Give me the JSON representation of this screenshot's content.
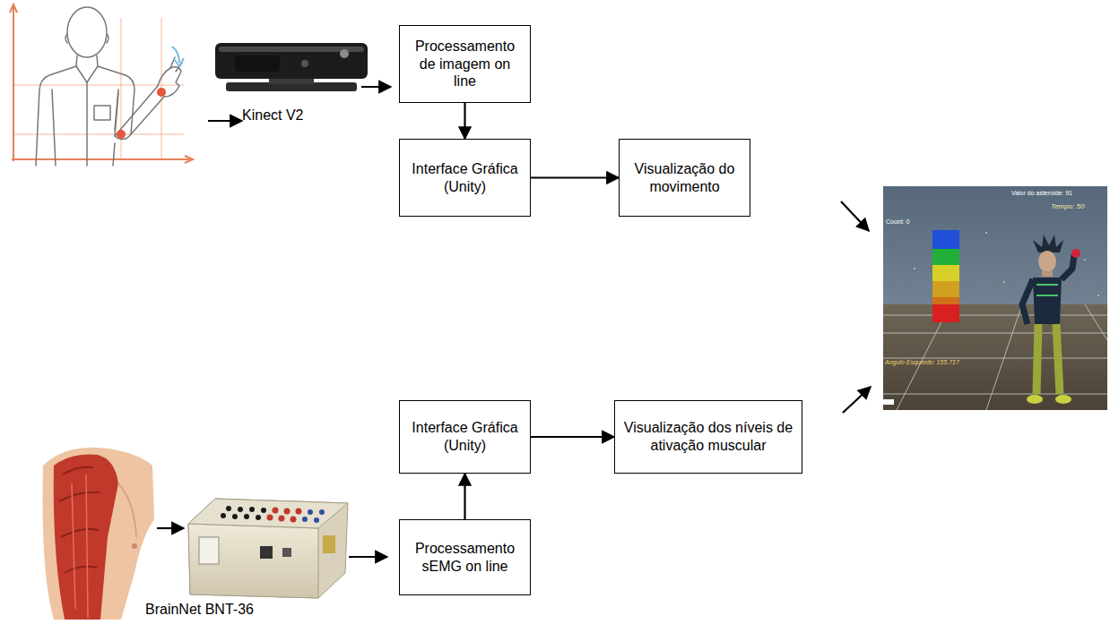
{
  "diagram": {
    "nodes": [
      {
        "text": [
          "Processamento de imagem on line"
        ]
      },
      {
        "text": [
          "Interface Gráfica (Unity)"
        ]
      },
      {
        "text": [
          "Visualização do movimento"
        ]
      },
      {
        "text": [
          "Interface Gráfica (Unity)"
        ]
      },
      {
        "text": [
          "Visualização dos níveis de ativação muscular"
        ]
      },
      {
        "text": [
          "Processamento sEMG on line"
        ]
      }
    ],
    "edges": [
      {
        "from": 0,
        "to": 1,
        "arrow": "to"
      },
      {
        "from": 1,
        "to": 2,
        "arrow": "to"
      },
      {
        "from": 5,
        "to": 3,
        "arrow": "to"
      },
      {
        "from": 3,
        "to": 4,
        "arrow": "to"
      }
    ],
    "labels": [
      "Kinect V2",
      "BrainNet BNT-36",
      "Valor do asteroide:  91",
      "Tempo: 50",
      "Count: 0",
      "Angulo Esquerdo: 155.717"
    ]
  }
}
